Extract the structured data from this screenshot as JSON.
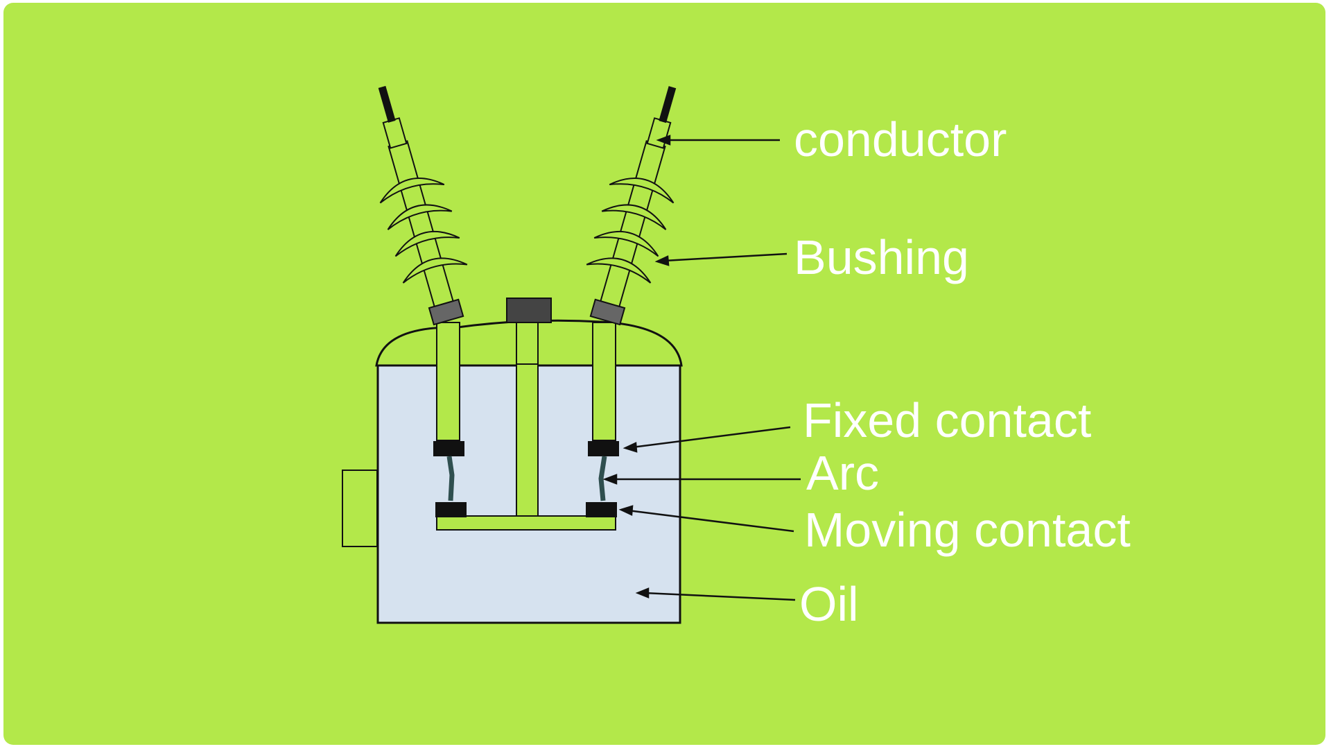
{
  "colors": {
    "background": "#b3e84a",
    "oil": "#d6e2ef",
    "insulator": "#b3e84a",
    "contact": "#111111",
    "arc": "#2f4f4f",
    "label_text": "#ffffff",
    "outline": "#111111"
  },
  "labels": {
    "conductor": "conductor",
    "bushing": "Bushing",
    "fixed_contact": "Fixed contact",
    "arc": "Arc",
    "moving_contact": "Moving contact",
    "oil": "Oil"
  }
}
